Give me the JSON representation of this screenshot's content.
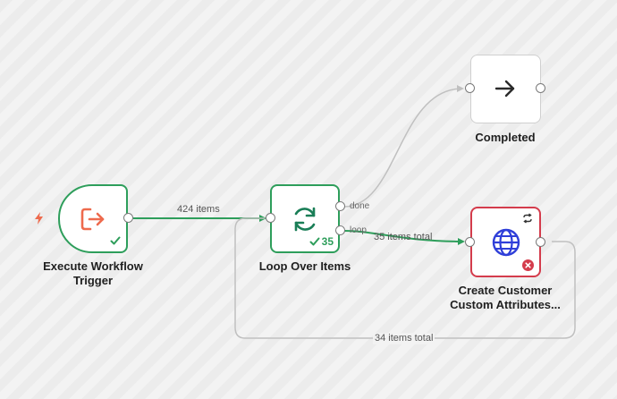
{
  "colors": {
    "success": "#2e9e5b",
    "error": "#d43c4c",
    "trigger_icon": "#ee6a4d",
    "loop_icon": "#1a7e57",
    "globe_icon": "#2f3fd9",
    "wire_success": "#2e9e5b",
    "wire_idle": "#c0c0c0"
  },
  "nodes": {
    "trigger": {
      "title_line1": "Execute Workflow",
      "title_line2": "Trigger",
      "icon": "sign-out-arrow-icon",
      "status": "success",
      "side_icon": "lightning-bolt-icon"
    },
    "loop": {
      "title": "Loop Over Items",
      "icon": "refresh-icon",
      "status": "success",
      "run_count": "35",
      "outputs": {
        "done": "done",
        "loop": "loop"
      }
    },
    "completed": {
      "title": "Completed",
      "icon": "arrow-right-icon"
    },
    "http": {
      "title_line1": "Create Customer",
      "title_line2": "Custom Attributes...",
      "icon": "globe-icon",
      "status": "error",
      "corner_icon": "retry-icon"
    }
  },
  "edges": {
    "trigger_to_loop": "424 items",
    "loop_to_http": "35 items total",
    "http_to_loop": "34 items total"
  }
}
